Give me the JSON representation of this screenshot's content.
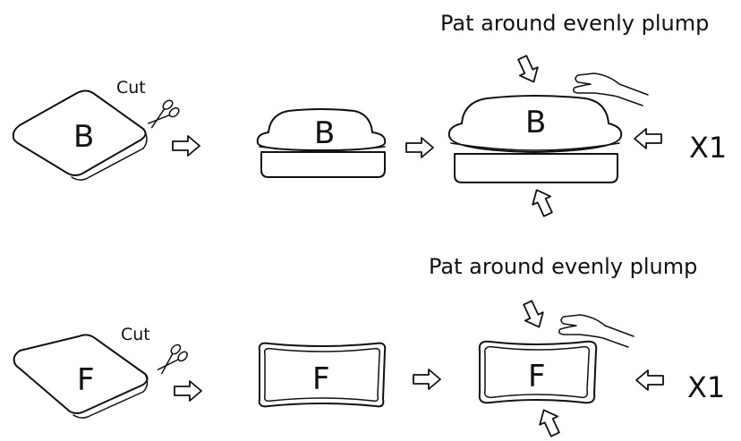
{
  "row_b": {
    "caption": "Pat around evenly plump",
    "cut_label": "Cut",
    "letter": "B",
    "multiplier": "X1"
  },
  "row_f": {
    "caption": "Pat around evenly plump",
    "cut_label": "Cut",
    "letter": "F",
    "multiplier": "X1"
  },
  "icons": [
    "scissors-icon",
    "hand-icon",
    "arrow-right-icon",
    "arrow-down-icon",
    "arrow-up-icon",
    "arrow-left-icon"
  ]
}
